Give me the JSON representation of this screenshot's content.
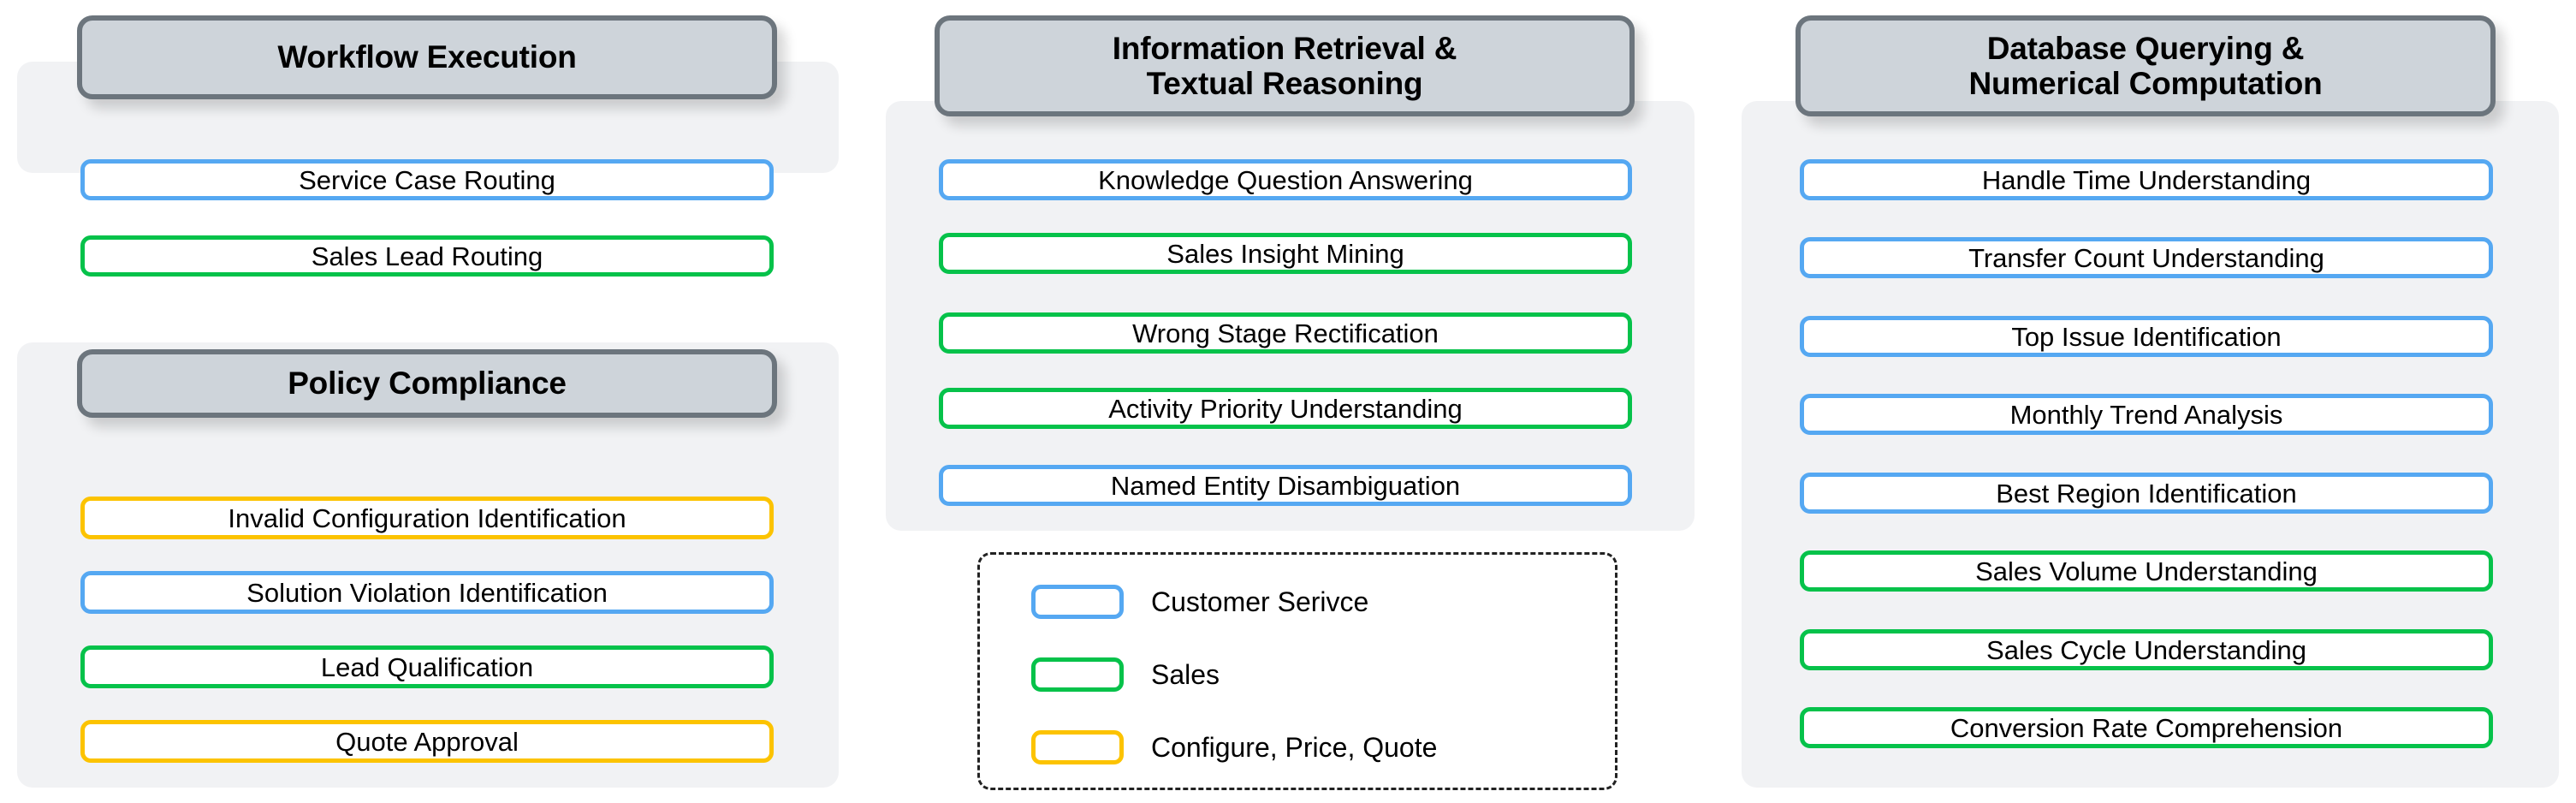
{
  "figure": {
    "kind": "taxonomy-diagram",
    "colors": {
      "customer_service_border": "#55a8f2",
      "sales_border": "#06c24a",
      "cpq_border": "#fcc300",
      "header_fill": "#ced4da",
      "header_border": "#6c757d",
      "panel_fill": "#f1f2f4",
      "text": "#000000"
    }
  },
  "columns": [
    {
      "id": "column-left",
      "groups": [
        {
          "id": "workflow-execution",
          "title": "Workflow Execution",
          "tasks": [
            {
              "label": "Service Case Routing",
              "category": "customer-service"
            },
            {
              "label": "Sales Lead Routing",
              "category": "sales"
            }
          ]
        },
        {
          "id": "policy-compliance",
          "title": "Policy Compliance",
          "tasks": [
            {
              "label": "Invalid Configuration Identification",
              "category": "cpq"
            },
            {
              "label": "Solution Violation Identification",
              "category": "customer-service"
            },
            {
              "label": "Lead Qualification",
              "category": "sales"
            },
            {
              "label": "Quote Approval",
              "category": "cpq"
            }
          ]
        }
      ]
    },
    {
      "id": "column-middle",
      "groups": [
        {
          "id": "information-retrieval-textual-reasoning",
          "title": "Information Retrieval &\nTextual Reasoning",
          "title_line1": "Information Retrieval &",
          "title_line2": "Textual Reasoning",
          "tasks": [
            {
              "label": "Knowledge Question Answering",
              "category": "customer-service"
            },
            {
              "label": "Sales Insight Mining",
              "category": "sales"
            },
            {
              "label": "Wrong Stage Rectification",
              "category": "sales"
            },
            {
              "label": "Activity Priority Understanding",
              "category": "sales"
            },
            {
              "label": "Named Entity Disambiguation",
              "category": "customer-service"
            }
          ]
        }
      ]
    },
    {
      "id": "column-right",
      "groups": [
        {
          "id": "database-querying-numerical-computation",
          "title": "Database Querying &\nNumerical Computation",
          "title_line1": "Database Querying &",
          "title_line2": "Numerical Computation",
          "tasks": [
            {
              "label": "Handle Time Understanding",
              "category": "customer-service"
            },
            {
              "label": "Transfer Count Understanding",
              "category": "customer-service"
            },
            {
              "label": "Top Issue Identification",
              "category": "customer-service"
            },
            {
              "label": "Monthly Trend Analysis",
              "category": "customer-service"
            },
            {
              "label": "Best Region Identification",
              "category": "customer-service"
            },
            {
              "label": "Sales Volume Understanding",
              "category": "sales"
            },
            {
              "label": "Sales Cycle Understanding",
              "category": "sales"
            },
            {
              "label": "Conversion Rate Comprehension",
              "category": "sales"
            }
          ]
        }
      ]
    }
  ],
  "legend": {
    "items": [
      {
        "label": "Customer Serivce",
        "category": "customer-service"
      },
      {
        "label": "Sales",
        "category": "sales"
      },
      {
        "label": "Configure, Price, Quote",
        "category": "cpq"
      }
    ]
  }
}
